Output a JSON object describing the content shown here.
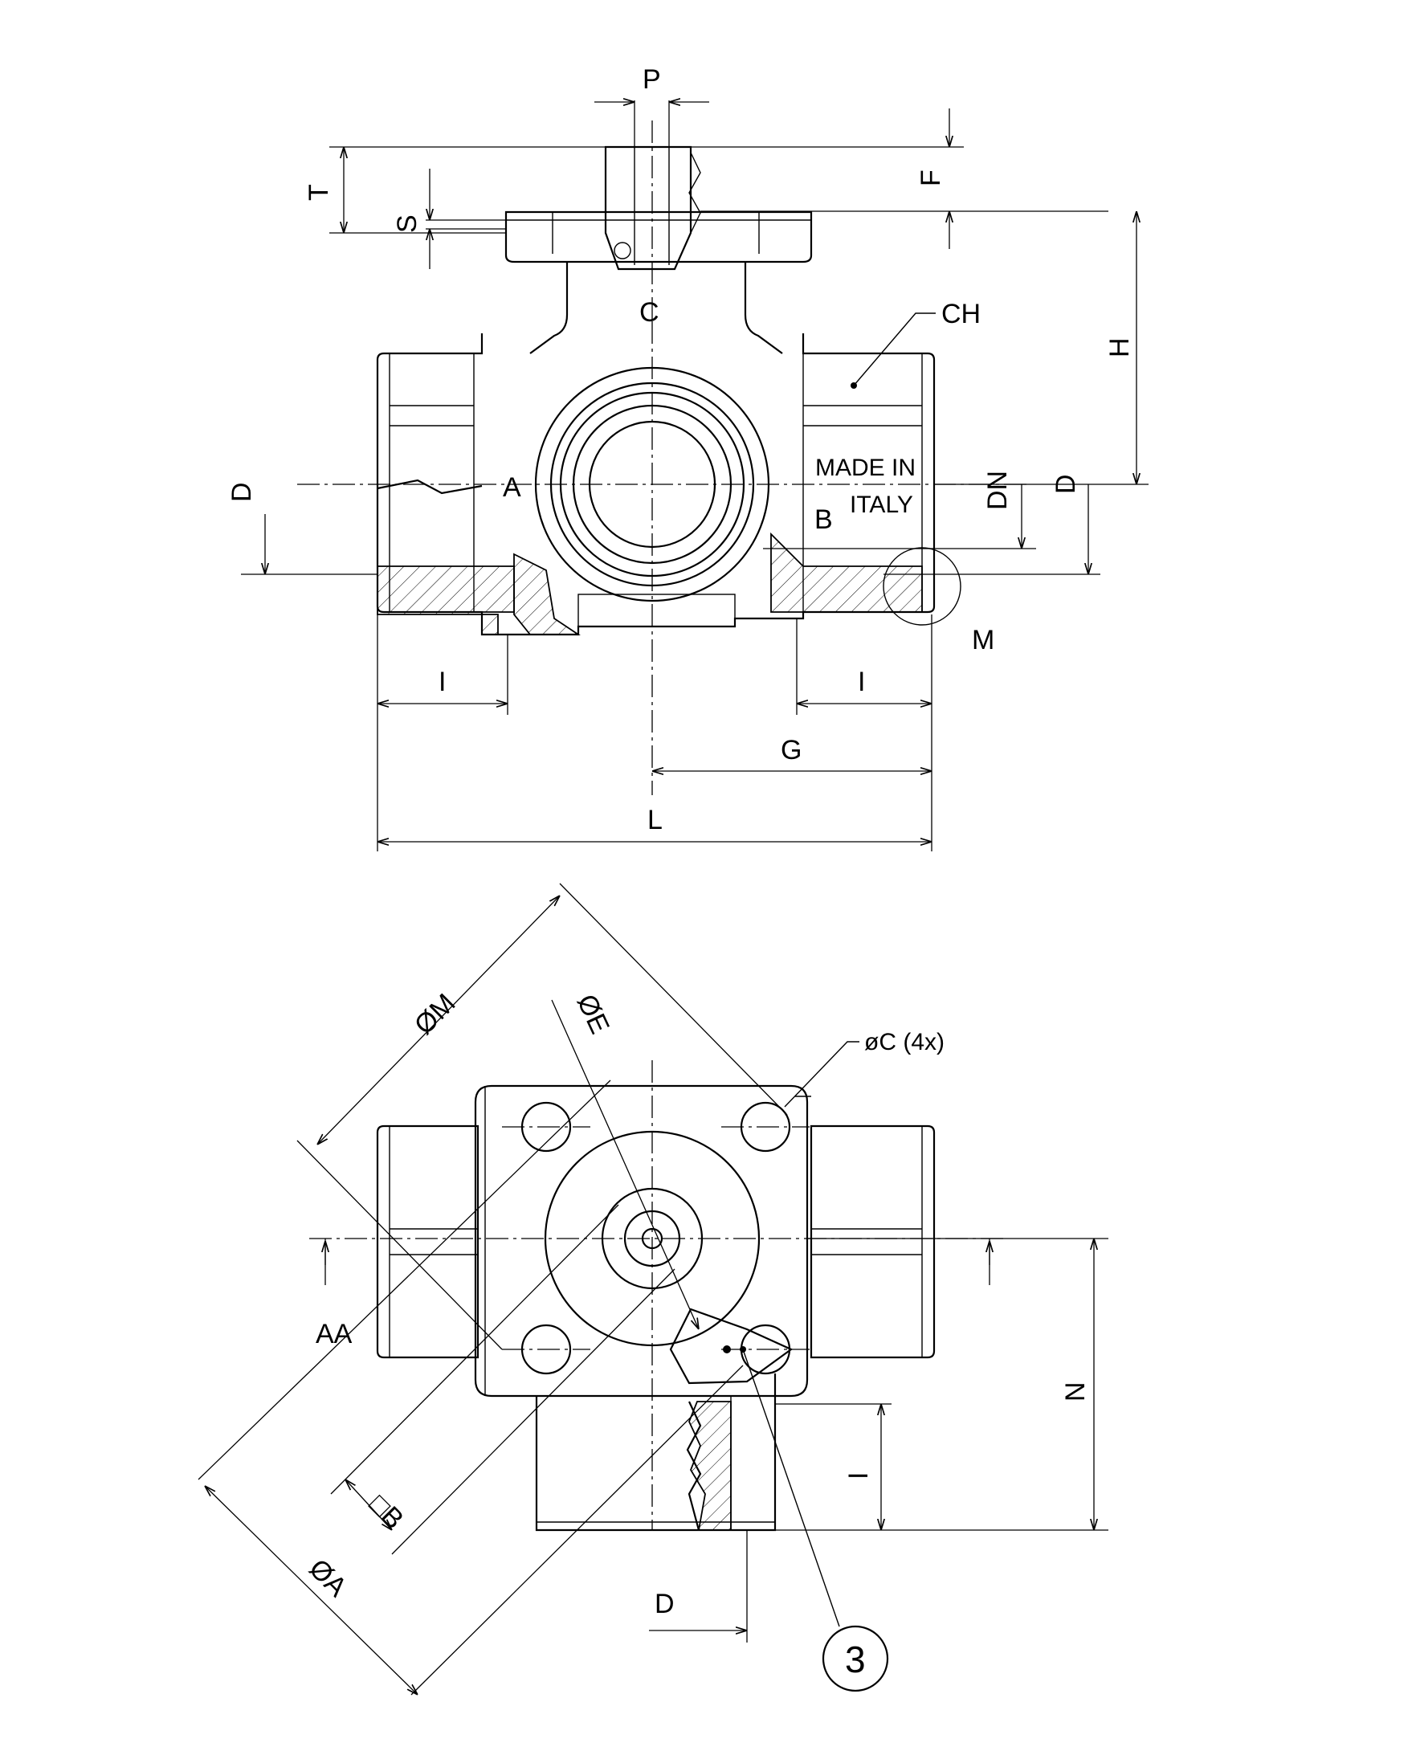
{
  "top_view": {
    "labels": {
      "P": "P",
      "F": "F",
      "T": "T",
      "S": "S",
      "C": "C",
      "CH": "CH",
      "H": "H",
      "D_left": "D",
      "D_right": "D",
      "DN": "DN",
      "A": "A",
      "B": "B",
      "made_in": "MADE IN",
      "italy": "ITALY",
      "M": "M",
      "I_left": "I",
      "I_right": "I",
      "G": "G",
      "L": "L"
    }
  },
  "bottom_view": {
    "labels": {
      "OM": "ØM",
      "OE": "ØE",
      "OC": "øC (4x)",
      "AA": "AA",
      "B_sq": "□B",
      "OA": "ØA",
      "N": "N",
      "I": "I",
      "D": "D",
      "callout": "3"
    }
  }
}
